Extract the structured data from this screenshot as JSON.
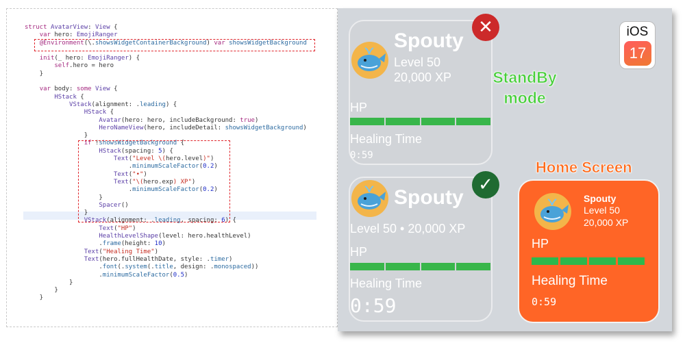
{
  "code": {
    "lines": [
      [
        {
          "t": "struct ",
          "c": "kw"
        },
        {
          "t": "AvatarView",
          "c": "ty"
        },
        {
          "t": ": "
        },
        {
          "t": "View",
          "c": "ty"
        },
        {
          "t": " {"
        }
      ],
      [
        {
          "t": "    "
        },
        {
          "t": "var ",
          "c": "kw"
        },
        {
          "t": "hero: "
        },
        {
          "t": "EmojiRanger",
          "c": "ty"
        }
      ],
      [
        {
          "t": "    "
        },
        {
          "t": "@Environment",
          "c": "kw"
        },
        {
          "t": "(\\."
        },
        {
          "t": "showsWidgetContainerBackground",
          "c": "fn"
        },
        {
          "t": ") "
        },
        {
          "t": "var ",
          "c": "kw"
        },
        {
          "t": "showsWidgetBackground",
          "c": "fn"
        }
      ],
      [
        {
          "t": ""
        }
      ],
      [
        {
          "t": "    "
        },
        {
          "t": "init",
          "c": "kw"
        },
        {
          "t": "(_ hero: "
        },
        {
          "t": "EmojiRanger",
          "c": "ty"
        },
        {
          "t": ") {"
        }
      ],
      [
        {
          "t": "        "
        },
        {
          "t": "self",
          "c": "kw"
        },
        {
          "t": ".hero = hero"
        }
      ],
      [
        {
          "t": "    }"
        }
      ],
      [
        {
          "t": ""
        }
      ],
      [
        {
          "t": "    "
        },
        {
          "t": "var ",
          "c": "kw"
        },
        {
          "t": "body: "
        },
        {
          "t": "some ",
          "c": "kw"
        },
        {
          "t": "View",
          "c": "ty"
        },
        {
          "t": " {"
        }
      ],
      [
        {
          "t": "        "
        },
        {
          "t": "HStack",
          "c": "ty"
        },
        {
          "t": " {"
        }
      ],
      [
        {
          "t": "            "
        },
        {
          "t": "VStack",
          "c": "ty"
        },
        {
          "t": "(alignment: ."
        },
        {
          "t": "leading",
          "c": "fn"
        },
        {
          "t": ") {"
        }
      ],
      [
        {
          "t": "                "
        },
        {
          "t": "HStack",
          "c": "ty"
        },
        {
          "t": " {"
        }
      ],
      [
        {
          "t": "                    "
        },
        {
          "t": "Avatar",
          "c": "ty"
        },
        {
          "t": "(hero: hero, includeBackground: "
        },
        {
          "t": "true",
          "c": "kw"
        },
        {
          "t": ")"
        }
      ],
      [
        {
          "t": "                    "
        },
        {
          "t": "HeroNameView",
          "c": "ty"
        },
        {
          "t": "(hero, includeDetail: "
        },
        {
          "t": "showsWidgetBackground",
          "c": "fn"
        },
        {
          "t": ")"
        }
      ],
      [
        {
          "t": "                }"
        }
      ],
      [
        {
          "t": "                "
        },
        {
          "t": "if ",
          "c": "kw"
        },
        {
          "t": "!"
        },
        {
          "t": "showsWidgetBackground",
          "c": "fn"
        },
        {
          "t": " {"
        }
      ],
      [
        {
          "t": "                    "
        },
        {
          "t": "HStack",
          "c": "ty"
        },
        {
          "t": "(spacing: "
        },
        {
          "t": "5",
          "c": "nm"
        },
        {
          "t": ") {"
        }
      ],
      [
        {
          "t": "                        "
        },
        {
          "t": "Text",
          "c": "ty"
        },
        {
          "t": "("
        },
        {
          "t": "\"Level \\(",
          "c": "st"
        },
        {
          "t": "hero.level"
        },
        {
          "t": ")\"",
          "c": "st"
        },
        {
          "t": ")"
        }
      ],
      [
        {
          "t": "                            ."
        },
        {
          "t": "minimumScaleFactor",
          "c": "fn"
        },
        {
          "t": "("
        },
        {
          "t": "0.2",
          "c": "nm"
        },
        {
          "t": ")"
        }
      ],
      [
        {
          "t": "                        "
        },
        {
          "t": "Text",
          "c": "ty"
        },
        {
          "t": "("
        },
        {
          "t": "\"•\"",
          "c": "st"
        },
        {
          "t": ")"
        }
      ],
      [
        {
          "t": "                        "
        },
        {
          "t": "Text",
          "c": "ty"
        },
        {
          "t": "("
        },
        {
          "t": "\"\\(",
          "c": "st"
        },
        {
          "t": "hero.exp"
        },
        {
          "t": ") XP\"",
          "c": "st"
        },
        {
          "t": ")"
        }
      ],
      [
        {
          "t": "                            ."
        },
        {
          "t": "minimumScaleFactor",
          "c": "fn"
        },
        {
          "t": "("
        },
        {
          "t": "0.2",
          "c": "nm"
        },
        {
          "t": ")"
        }
      ],
      [
        {
          "t": "                    }"
        }
      ],
      [
        {
          "t": "                    "
        },
        {
          "t": "Spacer",
          "c": "ty"
        },
        {
          "t": "()"
        }
      ],
      [
        {
          "t": "                }"
        }
      ],
      [
        {
          "t": "                "
        },
        {
          "t": "VStack",
          "c": "ty"
        },
        {
          "t": "(alignment: ."
        },
        {
          "t": "leading",
          "c": "fn"
        },
        {
          "t": ", spacing: "
        },
        {
          "t": "6",
          "c": "nm"
        },
        {
          "t": ") {"
        }
      ],
      [
        {
          "t": "                    "
        },
        {
          "t": "Text",
          "c": "ty"
        },
        {
          "t": "("
        },
        {
          "t": "\"HP\"",
          "c": "st"
        },
        {
          "t": ")"
        }
      ],
      [
        {
          "t": "                    "
        },
        {
          "t": "HealthLevelShape",
          "c": "ty"
        },
        {
          "t": "(level: hero.healthLevel)"
        }
      ],
      [
        {
          "t": "                    ."
        },
        {
          "t": "frame",
          "c": "fn"
        },
        {
          "t": "(height: "
        },
        {
          "t": "10",
          "c": "nm"
        },
        {
          "t": ")"
        }
      ],
      [
        {
          "t": "                "
        },
        {
          "t": "Text",
          "c": "ty"
        },
        {
          "t": "("
        },
        {
          "t": "\"Healing Time\"",
          "c": "st"
        },
        {
          "t": ")"
        }
      ],
      [
        {
          "t": "                "
        },
        {
          "t": "Text",
          "c": "ty"
        },
        {
          "t": "(hero.fullHealthDate, style: ."
        },
        {
          "t": "timer",
          "c": "fn"
        },
        {
          "t": ")"
        }
      ],
      [
        {
          "t": "                    ."
        },
        {
          "t": "font",
          "c": "fn"
        },
        {
          "t": "(."
        },
        {
          "t": "system",
          "c": "fn"
        },
        {
          "t": "(."
        },
        {
          "t": "title",
          "c": "fn"
        },
        {
          "t": ", design: ."
        },
        {
          "t": "monospaced",
          "c": "fn"
        },
        {
          "t": "))"
        }
      ],
      [
        {
          "t": "                    ."
        },
        {
          "t": "minimumScaleFactor",
          "c": "fn"
        },
        {
          "t": "("
        },
        {
          "t": "0.5",
          "c": "nm"
        },
        {
          "t": ")"
        }
      ],
      [
        {
          "t": "            }"
        }
      ],
      [
        {
          "t": "        }"
        }
      ],
      [
        {
          "t": "    }"
        }
      ]
    ]
  },
  "widget_before": {
    "name": "Spouty",
    "level": "Level 50",
    "xp": "20,000 XP",
    "hp_label": "HP",
    "healing_label": "Healing Time",
    "timer": "0:59",
    "hp_fraction": 1.0
  },
  "widget_after": {
    "name": "Spouty",
    "level_xp": "Level 50 • 20,000 XP",
    "hp_label": "HP",
    "healing_label": "Healing Time",
    "timer": "0:59",
    "hp_fraction": 1.0
  },
  "widget_home": {
    "name": "Spouty",
    "level": "Level 50",
    "xp": "20,000 XP",
    "hp_label": "HP",
    "healing_label": "Healing Time",
    "timer": "0:59",
    "hp_fraction": 1.0
  },
  "labels": {
    "standby_line1": "StandBy",
    "standby_line2": "mode",
    "home_screen": "Home Screen"
  },
  "badges": {
    "wrong": "✕",
    "right": "✓",
    "wrong_color": "#cc2a2a",
    "right_color": "#1f6b32"
  },
  "ios": {
    "text": "iOS",
    "version": "17"
  },
  "colors": {
    "home_widget": "#ff6526",
    "hp_green": "#38b64a"
  }
}
